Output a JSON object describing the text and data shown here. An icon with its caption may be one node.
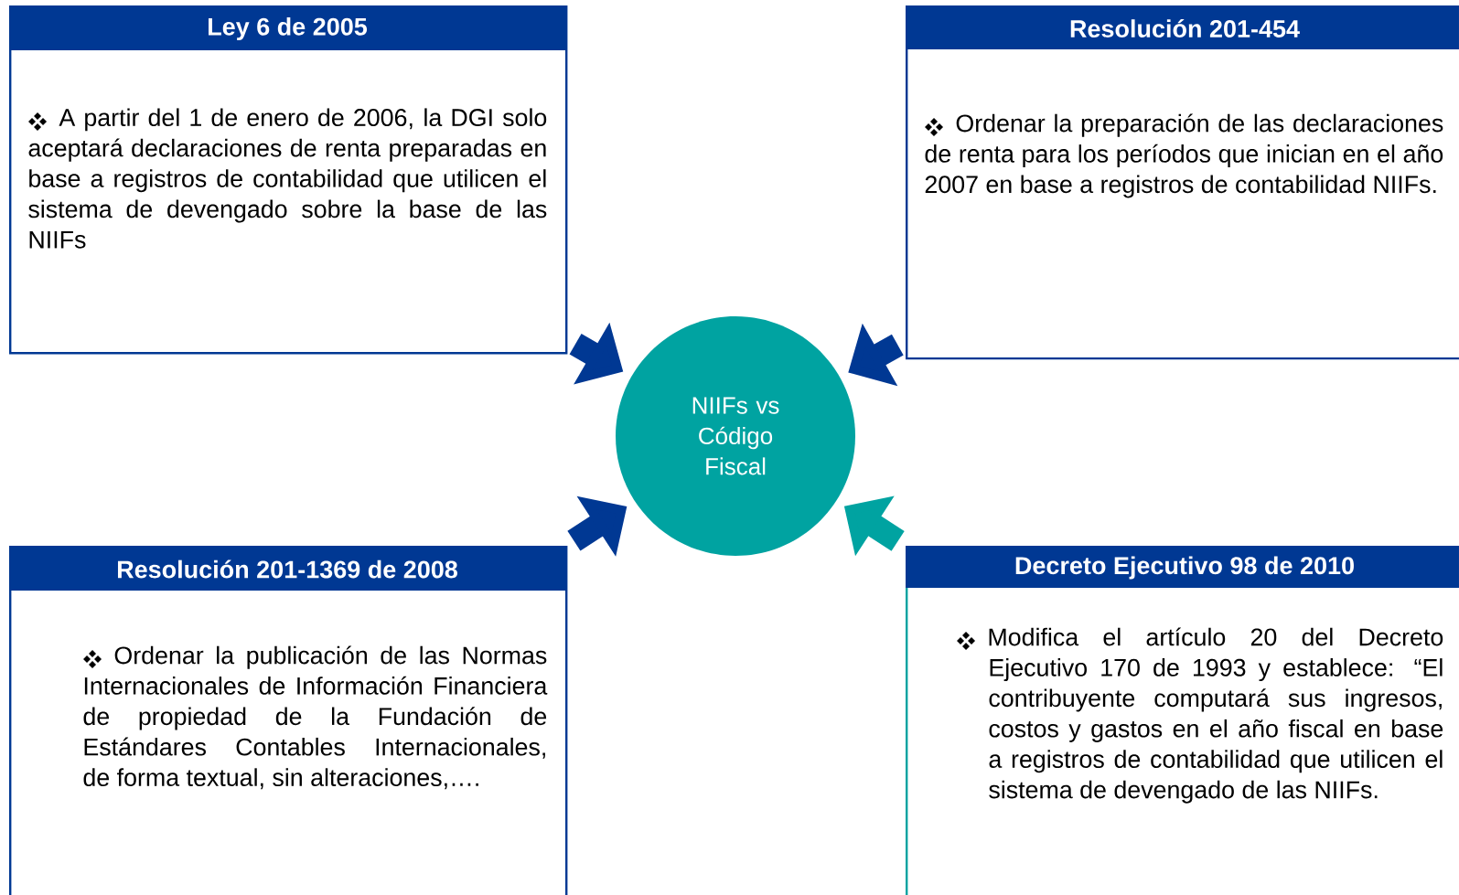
{
  "diagram": {
    "nodes": [
      {
        "text": [
          "Ley 6 de 2005",
          "A partir del 1 de enero de 2006, la DGI solo aceptará declaraciones de renta preparadas en base a registros de contabilidad que utilicen el sistema de devengado sobre la base de las NIIFs"
        ]
      },
      {
        "text": [
          "Resolución 201-454",
          "Ordenar la preparación de las declaraciones de renta para los períodos que inician en el año 2007 en base a registros de contabilidad NIIFs."
        ]
      },
      {
        "text": [
          "Resolución 201-1369 de 2008",
          "Ordenar la publicación de las Normas Internacionales de Información Financiera de propiedad de la Fundación de Estándares Contables Internacionales, de forma textual, sin alteraciones,…."
        ]
      },
      {
        "text": [
          "Decreto Ejecutivo 98 de 2010",
          "Modifica el artículo 20 del Decreto Ejecutivo 170 de 1993 y establece: “El contribuyente computará sus ingresos, costos y gastos en el año fiscal en base a registros de contabilidad que utilicen el sistema de devengado de las NIIFs."
        ]
      },
      {
        "text": [
          "NIIFs vs Código Fiscal"
        ]
      }
    ],
    "edges": [
      {
        "from": 0,
        "to": 4,
        "arrow": "to"
      },
      {
        "from": 1,
        "to": 4,
        "arrow": "to"
      },
      {
        "from": 2,
        "to": 4,
        "arrow": "to"
      },
      {
        "from": 3,
        "to": 4,
        "arrow": "to",
        "color": "#00a3a1"
      }
    ]
  }
}
